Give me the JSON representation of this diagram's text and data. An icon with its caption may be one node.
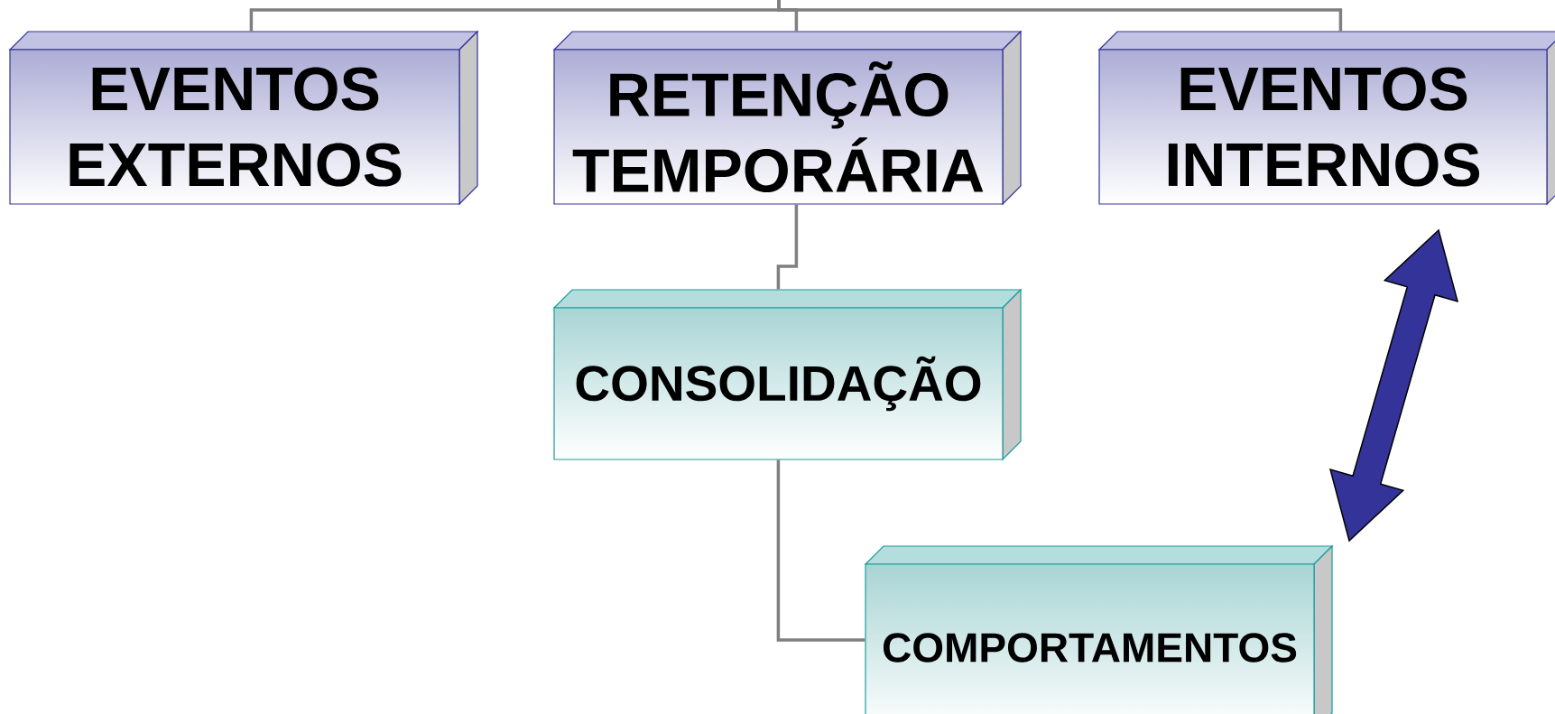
{
  "diagram": {
    "nodes": [
      {
        "text": [
          "EVENTOS EXTERNOS"
        ]
      },
      {
        "text": [
          "RETENÇÃO TEMPORÁRIA"
        ]
      },
      {
        "text": [
          "EVENTOS INTERNOS"
        ]
      },
      {
        "text": [
          "CONSOLIDAÇÃO"
        ]
      },
      {
        "text": [
          "COMPORTAMENTOS"
        ]
      }
    ],
    "edges": [
      {
        "from": null,
        "to": 0,
        "arrow": "none"
      },
      {
        "from": null,
        "to": 1,
        "arrow": "none"
      },
      {
        "from": null,
        "to": 2,
        "arrow": "none"
      },
      {
        "from": 1,
        "to": 3,
        "arrow": "none"
      },
      {
        "from": 3,
        "to": 4,
        "arrow": "none"
      },
      {
        "from": 2,
        "to": 4,
        "arrow": "both",
        "style": "thick",
        "color": "#333399"
      }
    ]
  }
}
